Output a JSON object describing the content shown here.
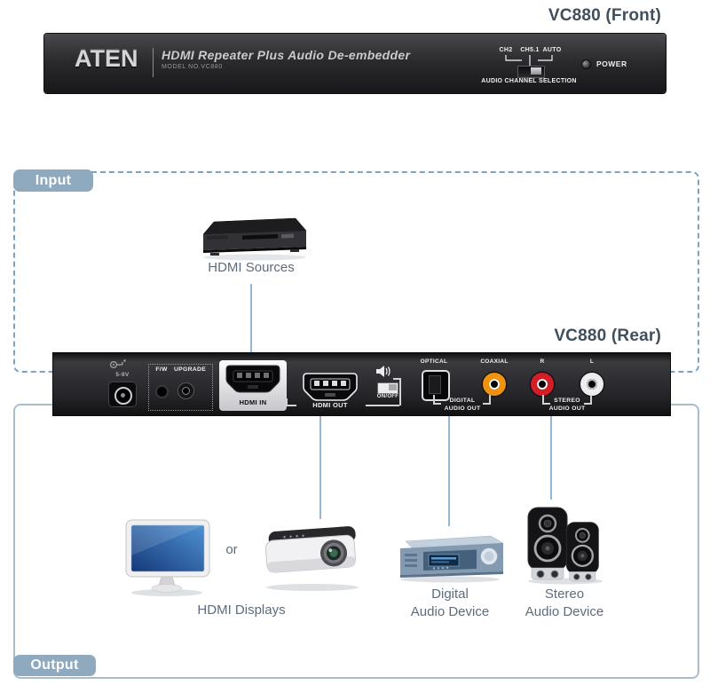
{
  "front_panel": {
    "title": "VC880 (Front)",
    "brand": "ATEN",
    "product_name": "HDMI Repeater Plus Audio De-embedder",
    "model": "MODEL NO.VC880",
    "channels": [
      "CH2",
      "CH5.1",
      "AUTO"
    ],
    "channel_selection_label": "AUDIO CHANNEL SELECTION",
    "power_label": "POWER"
  },
  "input_section": {
    "badge": "Input",
    "source_label": "HDMI Sources"
  },
  "rear_panel": {
    "title": "VC880 (Rear)",
    "dc_label": "5-9V",
    "fw_label": "F/W",
    "upgrade_label": "UPGRADE",
    "hdmi_in_label": "HDMI IN",
    "hdmi_out_label": "HDMI OUT",
    "onoff_label": "ON/OFF",
    "optical_label": "OPTICAL",
    "coaxial_label": "COAXIAL",
    "digital_group_line1": "DIGITAL",
    "digital_group_line2": "AUDIO OUT",
    "right_label": "R",
    "left_label": "L",
    "stereo_group_line1": "STEREO",
    "stereo_group_line2": "AUDIO OUT"
  },
  "output_section": {
    "badge": "Output",
    "or_label": "or",
    "displays_label": "HDMI Displays",
    "digital_device_line1": "Digital",
    "digital_device_line2": "Audio Device",
    "stereo_device_line1": "Stereo",
    "stereo_device_line2": "Audio Device"
  },
  "colors": {
    "accent_blue": "#8fa9be",
    "connector_line_blue": "#93b7d4",
    "label_gray": "#5d6c7b",
    "title_slate": "#414f5c",
    "coaxial_orange": "#ef9210",
    "rca_red": "#d21e26",
    "rca_white": "#ededef"
  }
}
